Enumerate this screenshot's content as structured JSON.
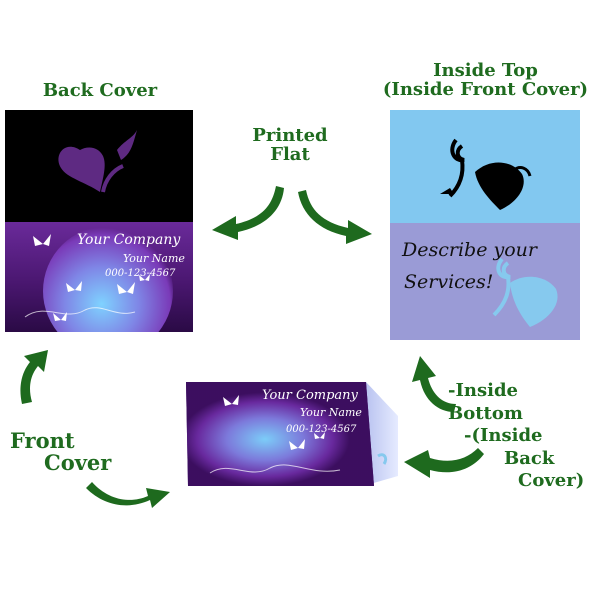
{
  "labels": {
    "back_cover": "Back Cover",
    "inside_top_line1": "Inside Top",
    "inside_top_line2": "(Inside Front Cover)",
    "printed_line1": "Printed",
    "printed_line2": "Flat",
    "front_line1": "Front",
    "front_line2": "Cover",
    "inside_bottom_line1": "-Inside Bottom",
    "inside_bottom_line2": "-(Inside",
    "inside_bottom_line3": "Back",
    "inside_bottom_line4": "Cover)"
  },
  "card_text": {
    "company": "Your Company",
    "name": "Your Name",
    "phone": "000-123-4567",
    "describe_line1": "Describe your",
    "describe_line2": "Services!"
  },
  "colors": {
    "label_green": "#1f6b1f",
    "arrow_green": "#1e6a1e",
    "sky_blue": "#82c8f0",
    "lavender": "#9a9bd6",
    "purple": "#5a1f8a",
    "black": "#000000"
  },
  "icons": [
    "heart-swirl-icon",
    "butterfly-icon"
  ]
}
